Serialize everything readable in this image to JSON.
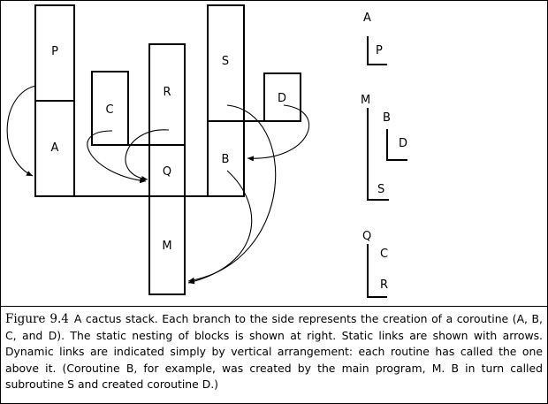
{
  "stack_blocks": {
    "P": "P",
    "A": "A",
    "C": "C",
    "R": "R",
    "Q": "Q",
    "M": "M",
    "S": "S",
    "D": "D",
    "B": "B"
  },
  "nesting_tree": {
    "group1": {
      "outer": "A",
      "inner": "P"
    },
    "group2": {
      "outer": "M",
      "mid": "B",
      "inner": "D",
      "sibling": "S"
    },
    "group3": {
      "outer": "Q",
      "inner1": "C",
      "inner2": "R"
    }
  },
  "caption": {
    "figure_label": "Figure 9.4",
    "title": "A cactus stack.",
    "body": "Each branch to the side represents the creation of a coroutine (A, B, C, and D). The static nesting of blocks is shown at right. Static links are shown with arrows. Dynamic links are indicated simply by vertical arrangement: each routine has called the one above it. (Coroutine B, for example, was created by the main program, M. B in turn called subroutine S and created coroutine D.)"
  },
  "colors": {
    "line": "#000000",
    "background": "#ffffff"
  }
}
